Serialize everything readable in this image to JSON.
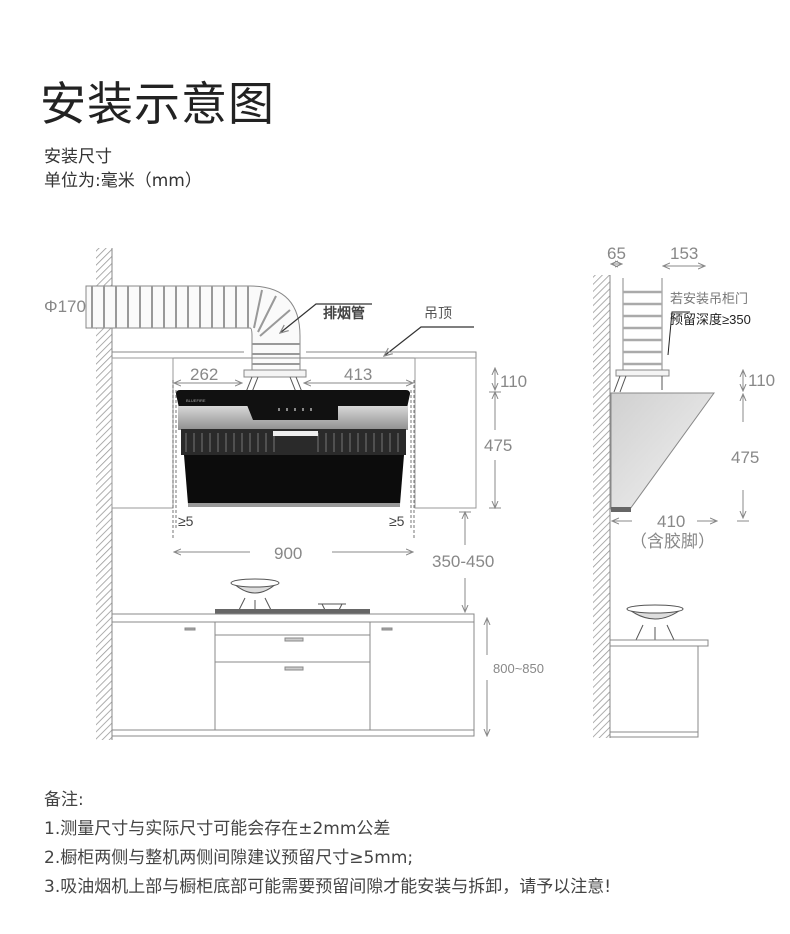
{
  "header": {
    "title": "安装示意图",
    "subtitle": "安装尺寸",
    "unit": "单位为:毫米（mm）"
  },
  "front_view": {
    "duct_diameter": "Φ170",
    "duct_label": "排烟管",
    "ceiling_label": "吊顶",
    "left_gap": "262",
    "right_gap": "413",
    "side_clearance_left": "≥5",
    "side_clearance_right": "≥5",
    "width": "900",
    "top_height": "110",
    "hood_height": "475",
    "hood_to_stove": "350-450",
    "counter_height": "800~850",
    "brand_mark": "BLUEFIRE"
  },
  "side_view": {
    "wall_gap": "65",
    "duct_offset": "153",
    "note_line1": "若安装吊柜门",
    "note_line2": "预留深度≥350",
    "top_height": "110",
    "hood_height": "475",
    "depth": "410",
    "depth_note": "（含胶脚）"
  },
  "notes": {
    "heading": "备注:",
    "items": [
      "1.测量尺寸与实际尺寸可能会存在±2mm公差",
      "2.橱柜两侧与整机两侧间隙建议预留尺寸≥5mm;",
      "3.吸油烟机上部与橱柜底部可能需要预留间隙才能安装与拆卸，请予以注意!"
    ]
  },
  "colors": {
    "line": "#888888",
    "hood_black": "#111111",
    "steel": "#b8b8b8",
    "text": "#333333"
  }
}
